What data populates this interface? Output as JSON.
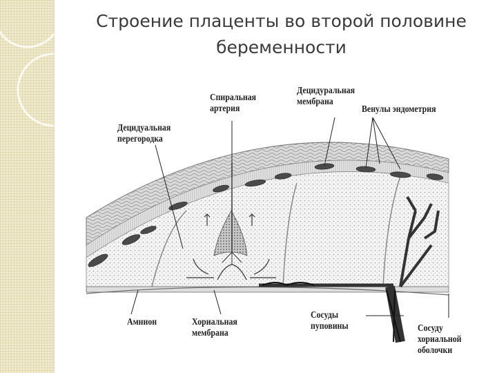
{
  "title": "Строение плаценты во второй половине беременности",
  "labels": {
    "spiral_artery": "Спиральная\nартерия",
    "decidual_membrane": "Децидуральная\nмембрана",
    "endometrial_venules": "Венулы эндометрия",
    "decidual_septum": "Децидуальная\nперегородка",
    "amnion": "Амнион",
    "chorionic_membrane": "Хориальная\nмембрана",
    "umbilical_vessels": "Сосуды\nпуповины",
    "chorionic_vessels": "Сосуду\nхориальной\nоболочки"
  }
}
